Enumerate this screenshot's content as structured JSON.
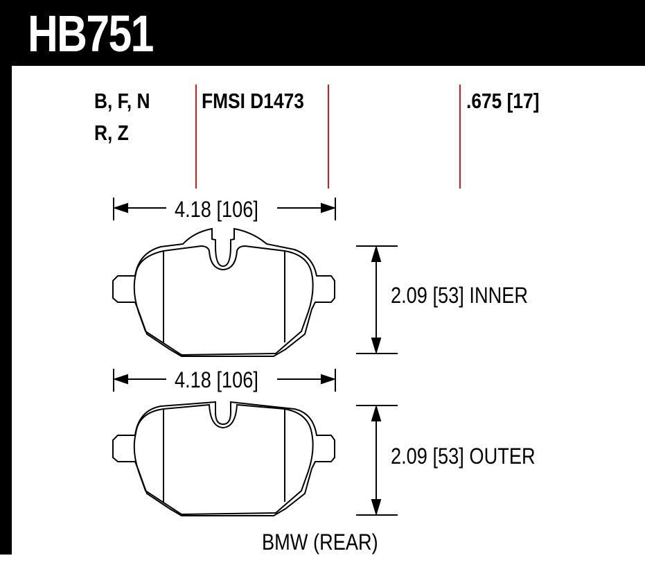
{
  "part_number": "HB751",
  "compounds_line1": "B, F, N",
  "compounds_line2": "R, Z",
  "fmsi": "FMSI D1473",
  "thickness": ".675 [17]",
  "inner": {
    "width": "4.18 [106]",
    "height": "2.09 [53] INNER"
  },
  "outer": {
    "width": "4.18 [106]",
    "height": "2.09 [53] OUTER"
  },
  "application": "BMW (REAR)",
  "colors": {
    "accent_line": "#e0141e"
  }
}
